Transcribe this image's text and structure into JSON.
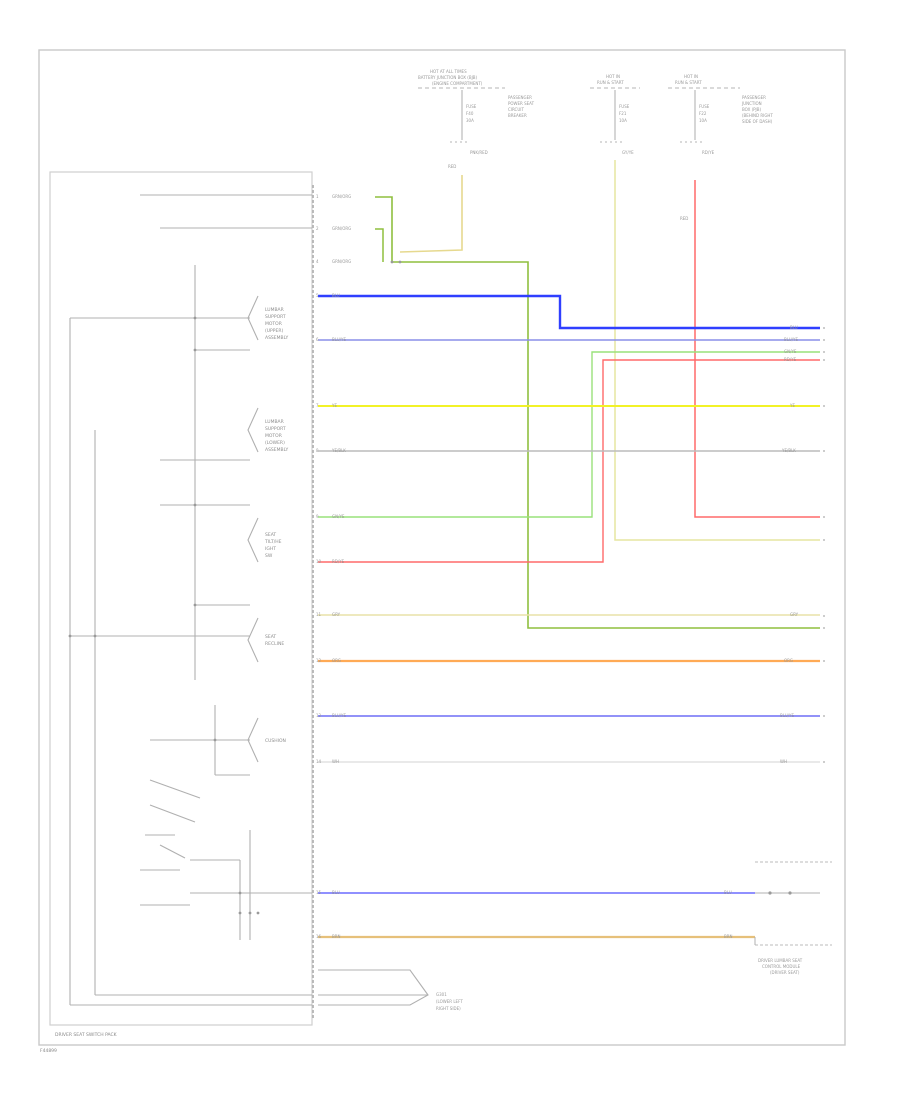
{
  "title": "",
  "footer": {
    "code": "F44899"
  },
  "connector_block": {
    "label": "DRIVER SEAT SWITCH PACK"
  },
  "fuse_blocks": [
    {
      "id": "fb1",
      "header": [
        "HOT AT ALL TIMES",
        "BATTERY JUNCTION BOX (BJB)",
        "(ENGINE COMPARTMENT)"
      ],
      "fuse": [
        "FUSE",
        "F40",
        "30A"
      ],
      "desc": [
        "PASSENGER",
        "POWER SEAT",
        "CIRCUIT",
        "BREAKER"
      ],
      "wire": "PNK/RED",
      "wire_label": "RED"
    },
    {
      "id": "fb2",
      "header": [
        "HOT IN",
        "RUN & START"
      ],
      "fuse": [
        "FUSE",
        "F21",
        "10A"
      ],
      "desc": [],
      "wire": "GY/YE",
      "wire_label": ""
    },
    {
      "id": "fb3",
      "header": [
        "HOT IN",
        "RUN & START"
      ],
      "fuse": [
        "FUSE",
        "F22",
        "10A"
      ],
      "desc": [
        "PASSENGER",
        "JUNCTION",
        "BOX (PJB)",
        "(BEHIND RIGHT",
        "SIDE OF DASH)"
      ],
      "wire": "RD/YE",
      "wire_label": "RED"
    }
  ],
  "motors": [
    {
      "id": "m1",
      "lines": [
        "LUMBAR",
        "SUPPORT",
        "MOTOR",
        "(UPPER)",
        "ASSEMBLY"
      ]
    },
    {
      "id": "m2",
      "lines": [
        "LUMBAR",
        "SUPPORT",
        "MOTOR",
        "(LOWER)",
        "ASSEMBLY"
      ]
    },
    {
      "id": "m3",
      "lines": [
        "SEAT",
        "TILT/HE",
        "IGHT",
        "SW"
      ]
    },
    {
      "id": "m4",
      "lines": [
        "SEAT",
        "RECLINE"
      ]
    },
    {
      "id": "m5",
      "lines": [
        "CUSHION"
      ]
    }
  ],
  "wires": [
    {
      "id": "w1",
      "pin": "1",
      "left_label": "GRN/ORG",
      "right_label": "",
      "color": "#8fbf3f"
    },
    {
      "id": "w2",
      "pin": "2",
      "left_label": "GRN/ORG",
      "right_label": "",
      "color": "#8fbf3f"
    },
    {
      "id": "w3",
      "pin": "4",
      "left_label": "GRN/ORG",
      "right_label": "",
      "color": "#8fbf3f"
    },
    {
      "id": "w4",
      "pin": "5",
      "left_label": "BLU",
      "right_label": "BLU",
      "color": "#2f3fff"
    },
    {
      "id": "w5",
      "pin": "6",
      "left_label": "BLU/YE",
      "right_label": "BLU/YE",
      "color": "#8a8fe8"
    },
    {
      "id": "w6",
      "pin": "7",
      "left_label": "YE",
      "right_label": "YE",
      "color": "#f2f227"
    },
    {
      "id": "w7",
      "pin": "8",
      "left_label": "YE/BLK",
      "right_label": "YE/BLK",
      "color": "#bbbbbb"
    },
    {
      "id": "w8",
      "pin": "9",
      "left_label": "GN/YE",
      "right_label": "GN/YE",
      "color": "#99e27a"
    },
    {
      "id": "w9",
      "pin": "10",
      "left_label": "RD/YE",
      "right_label": "RD/YE",
      "color": "#ff7676"
    },
    {
      "id": "w10",
      "pin": "11",
      "left_label": "GRY",
      "right_label": "GRY",
      "color": "#e9e2a8"
    },
    {
      "id": "w11",
      "pin": "12",
      "left_label": "ORG",
      "right_label": "ORG",
      "color": "#ffaa55"
    },
    {
      "id": "w12",
      "pin": "13",
      "left_label": "BLU/YE",
      "right_label": "BLU/YE",
      "color": "#6e6ef5"
    },
    {
      "id": "w13",
      "pin": "14",
      "left_label": "WH",
      "right_label": "WH",
      "color": "#dcdcdc"
    },
    {
      "id": "w14",
      "pin": "15",
      "left_label": "BLU",
      "right_label": "BLU",
      "color": "#6b6bff"
    },
    {
      "id": "w15",
      "pin": "16",
      "left_label": "BRN",
      "right_label": "BRN",
      "color": "#e6c07a"
    }
  ],
  "ground": {
    "label": "G301",
    "desc": [
      "(LOWER LEFT",
      "RIGHT SIDE)"
    ]
  },
  "module": {
    "label": [
      "DRIVER LUMBAR SEAT",
      "CONTROL MODULE",
      "(DRIVER SEAT)"
    ]
  },
  "colors": {
    "frame": "#c9c9c9",
    "text": "#9a9a9a"
  }
}
